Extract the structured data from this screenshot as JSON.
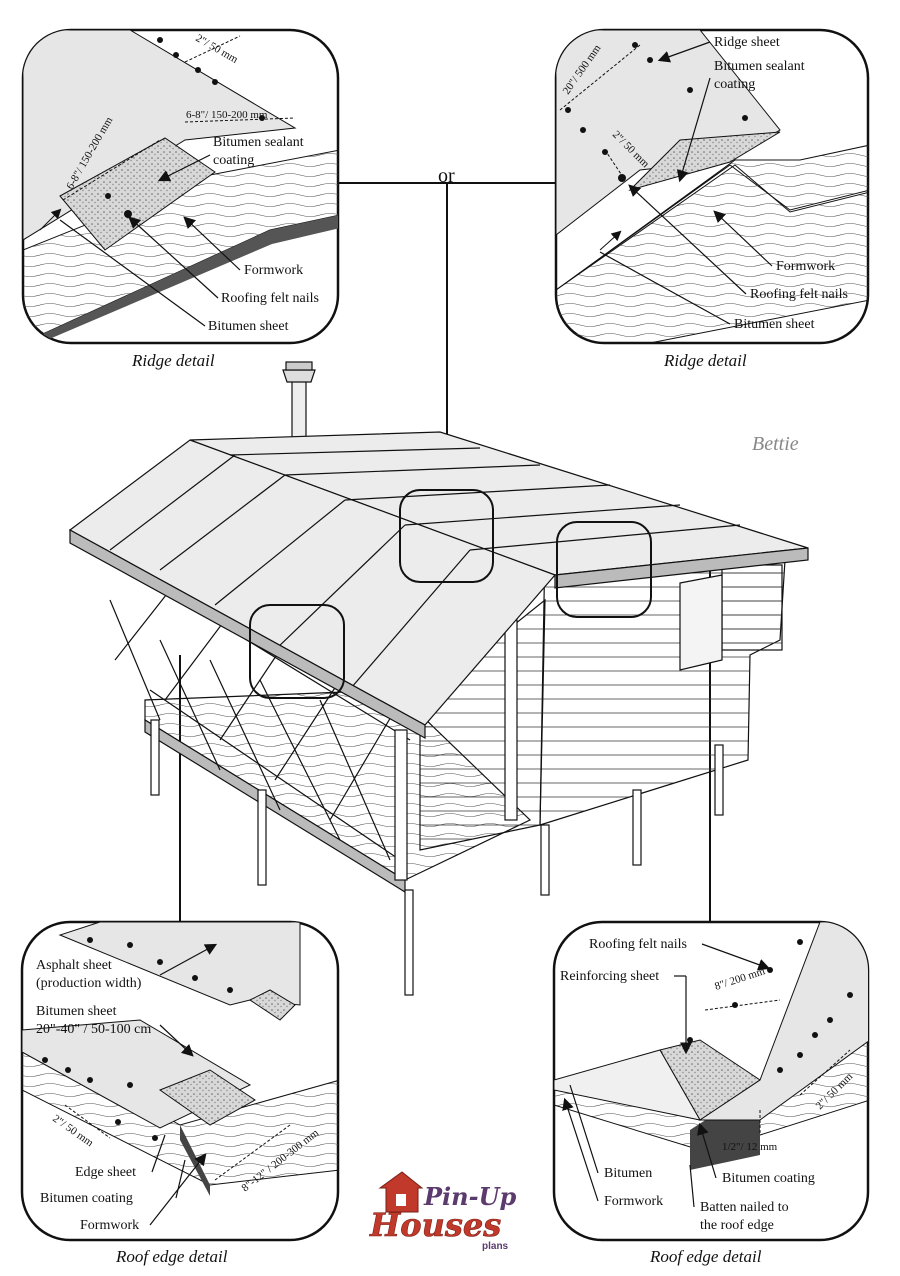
{
  "connector_word": "or",
  "watermark": "Bettie",
  "logo": {
    "line1": "Pin-Up",
    "line2": "Houses",
    "line3": "plans"
  },
  "panels": {
    "ridge_left": {
      "caption": "Ridge detail",
      "labels": [
        "Bitumen sealant",
        "coating",
        "Formwork",
        "Roofing felt nails",
        "Bitumen sheet"
      ],
      "dims": [
        "2\"/ 50 mm",
        "6-8\"/ 150-200 mm",
        "6-8\"/ 150-200 mm"
      ]
    },
    "ridge_right": {
      "caption": "Ridge detail",
      "labels": [
        "Ridge sheet",
        "Bitumen sealant",
        "coating",
        "Formwork",
        "Roofing felt nails",
        "Bitumen sheet"
      ],
      "dims": [
        "20\"/ 500 mm",
        "2\"/ 50 mm"
      ]
    },
    "edge_left": {
      "caption": "Roof edge detail",
      "labels": [
        "Asphalt sheet",
        "(production width)",
        "Bitumen sheet",
        "20\"-40\" / 50-100 cm",
        "Edge sheet",
        "Bitumen coating",
        "Formwork"
      ],
      "dims": [
        "2\"/ 50 mm",
        "8\"-12\" / 200-300 mm"
      ]
    },
    "edge_right": {
      "caption": "Roof edge detail",
      "labels": [
        "Roofing felt nails",
        "Reinforcing sheet",
        "Bitumen",
        "Formwork",
        "Bitumen coating",
        "Batten nailed to",
        "the roof edge"
      ],
      "dims": [
        "8\"/ 200 mm",
        "2\"/ 50 mm",
        "1/2\"/ 12 mm"
      ]
    }
  },
  "colors": {
    "ink": "#111111",
    "logo_red": "#c0392b",
    "logo_purple": "#5b3a6e",
    "watermark": "#888888"
  }
}
